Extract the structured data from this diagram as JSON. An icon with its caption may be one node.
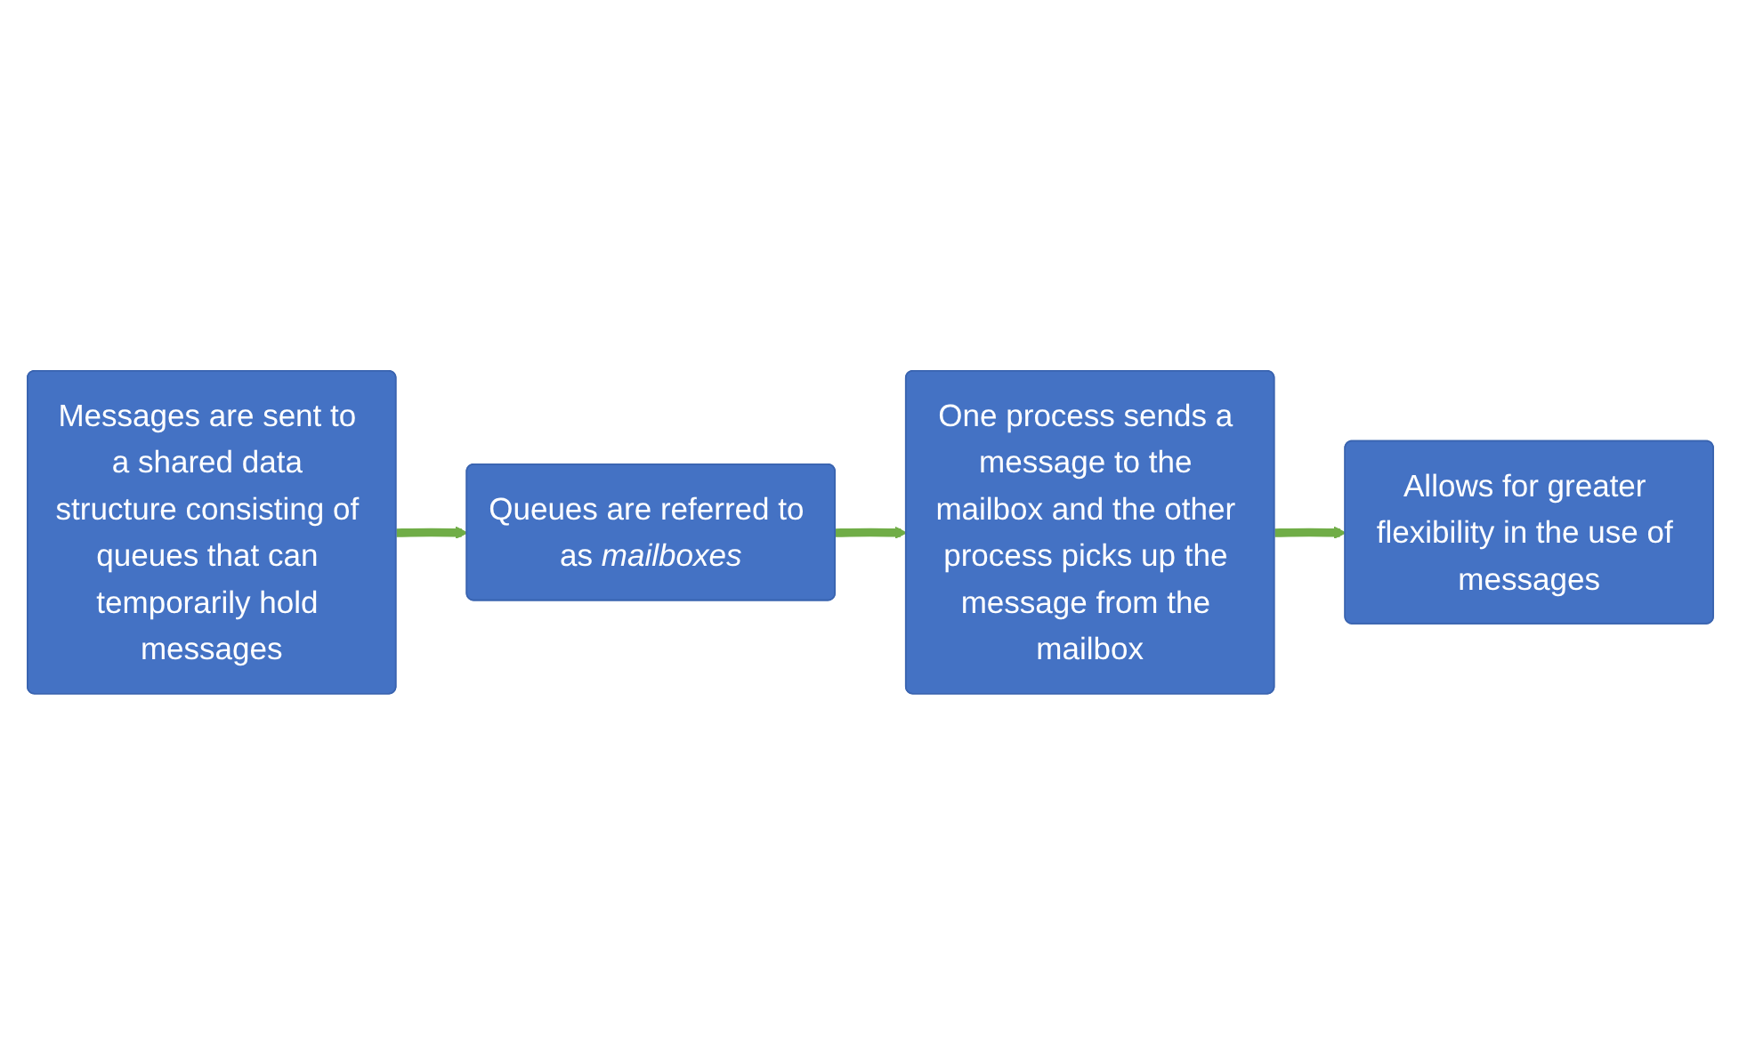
{
  "diagram": {
    "nodes": [
      {
        "text": [
          "Messages are sent to a shared data structure consisting of queues that can temporarily hold messages"
        ]
      },
      {
        "text": [
          "Queues are referred to as *mailboxes*"
        ]
      },
      {
        "text": [
          "One process sends a message to the mailbox and the other process picks up the message from the mailbox"
        ]
      },
      {
        "text": [
          "Allows for greater flexibility in the use of messages"
        ]
      }
    ],
    "edges": [
      {
        "from": 0,
        "to": 1,
        "arrow": "to"
      },
      {
        "from": 1,
        "to": 2,
        "arrow": "to"
      },
      {
        "from": 2,
        "to": 3,
        "arrow": "to"
      }
    ]
  }
}
